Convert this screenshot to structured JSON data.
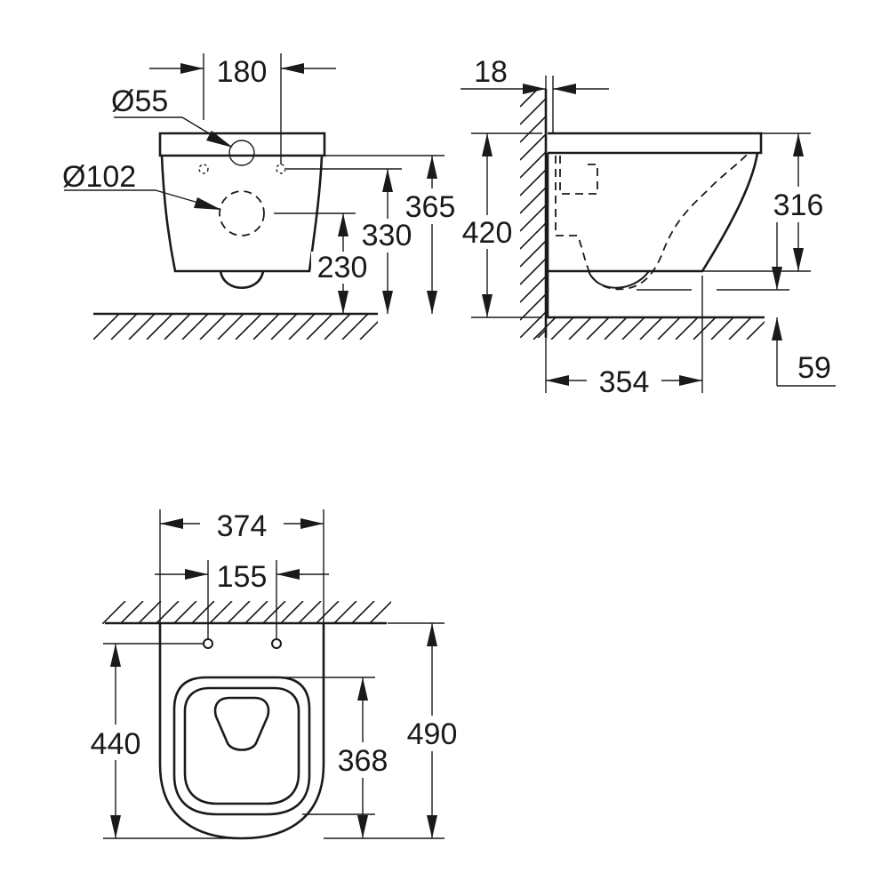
{
  "front_view": {
    "dim_width_between_fixings": "180",
    "dim_small_hole_diameter": "Ø55",
    "dim_large_hole_diameter": "Ø102",
    "dim_total_height": "365",
    "dim_fixing_height": "330",
    "dim_outlet_height": "230"
  },
  "side_view": {
    "dim_wall_offset": "18",
    "dim_height_rim": "420",
    "dim_bowl_depth": "316",
    "dim_outlet_projection": "354",
    "dim_outlet_centre_height": "59"
  },
  "top_view": {
    "dim_overall_width": "374",
    "dim_fixing_spacing": "155",
    "dim_length_fixing": "440",
    "dim_seat_length": "368",
    "dim_overall_length": "490"
  }
}
